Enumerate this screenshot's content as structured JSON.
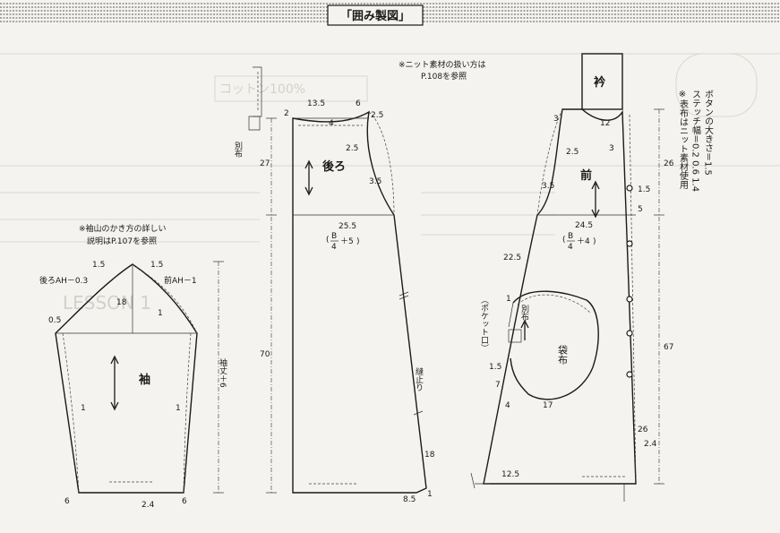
{
  "header": {
    "title": "「囲み製図」"
  },
  "notes": {
    "knit_line1": "※ニット素材の扱い方は",
    "knit_line2": "P.108を参照",
    "cap_line1": "※袖山のかき方の詳しい",
    "cap_line2": "説明はP.107を参照",
    "side_button": "ボタンの大きさ＝1.5",
    "side_stitch": "ステッチ幅＝0.2 0.6 1.4",
    "side_fabric": "※表布はニット素材使用"
  },
  "sleeve": {
    "name": "袖",
    "length_label": "袖丈＋6",
    "back_ah": "後ろAH－0.3",
    "front_ah": "前AH－1",
    "m_15a": "1.5",
    "m_15b": "1.5",
    "m_18": "18",
    "m_05": "0.5",
    "m_1a": "1",
    "m_1b": "1",
    "m_1c": "1",
    "m_6a": "6",
    "m_6b": "6",
    "m_24": "2.4"
  },
  "back": {
    "name": "後ろ",
    "sub_label": "別布",
    "formula_num": "25.5",
    "formula_top": "B",
    "formula_bot": "4",
    "formula_tail": "＋5",
    "m_2": "2",
    "m_135": "13.5",
    "m_6": "6",
    "m_4": "4",
    "m_25a": "2.5",
    "m_25b": "2.5",
    "m_35": "3.5",
    "m_27": "27",
    "m_70": "70",
    "stop_label": "縫止り",
    "m_18": "18",
    "m_85": "8.5",
    "m_1": "1"
  },
  "front": {
    "name": "前",
    "collar": "衿",
    "formula_num": "24.5",
    "formula_top": "B",
    "formula_bot": "4",
    "formula_tail": "＋4",
    "m_3a": "3",
    "m_12": "12",
    "m_3b": "3",
    "m_25": "2.5",
    "m_35": "3.5",
    "m_15a": "1.5",
    "m_5": "5",
    "m_225": "22.5",
    "m_26a": "26",
    "m_67": "67",
    "m_1": "1",
    "pocket_label": "（ポケット口）",
    "pocket_sub": "別布",
    "pocket_bag": "袋布",
    "m_15b": "1.5",
    "m_7": "7",
    "m_4": "4",
    "m_17": "17",
    "m_26b": "26",
    "m_24": "2.4",
    "m_125": "12.5"
  },
  "faint": {
    "banner": "コットン100%",
    "block": "LESSON 1"
  }
}
